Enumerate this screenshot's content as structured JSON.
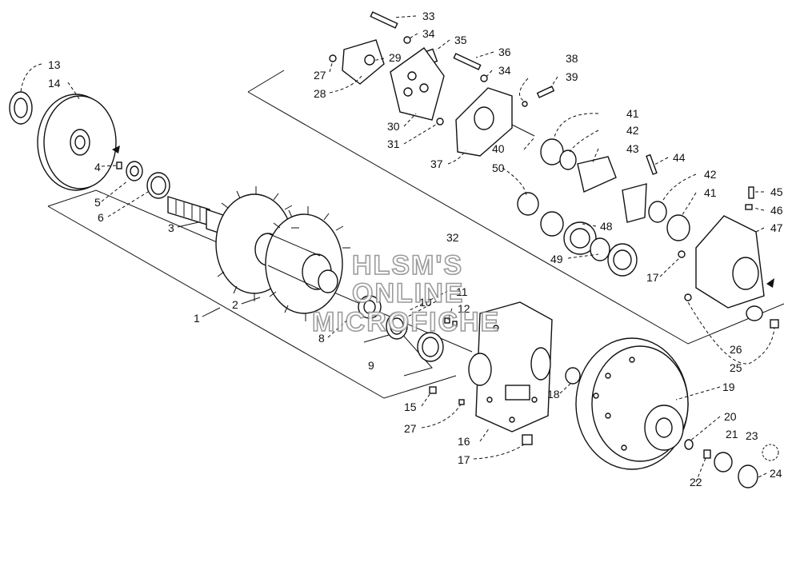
{
  "diagram": {
    "labels": [
      "1",
      "2",
      "3",
      "4",
      "5",
      "6",
      "8",
      "9",
      "10",
      "11",
      "12",
      "13",
      "14",
      "15",
      "16",
      "17",
      "17",
      "18",
      "19",
      "20",
      "21",
      "22",
      "23",
      "24",
      "25",
      "26",
      "27",
      "27",
      "28",
      "29",
      "30",
      "31",
      "32",
      "33",
      "34",
      "34",
      "35",
      "36",
      "37",
      "38",
      "39",
      "40",
      "41",
      "41",
      "42",
      "42",
      "43",
      "44",
      "45",
      "46",
      "47",
      "48",
      "49",
      "50"
    ],
    "watermark": [
      "HLSM'S",
      "ONLINE",
      "MICROFICHE"
    ]
  }
}
